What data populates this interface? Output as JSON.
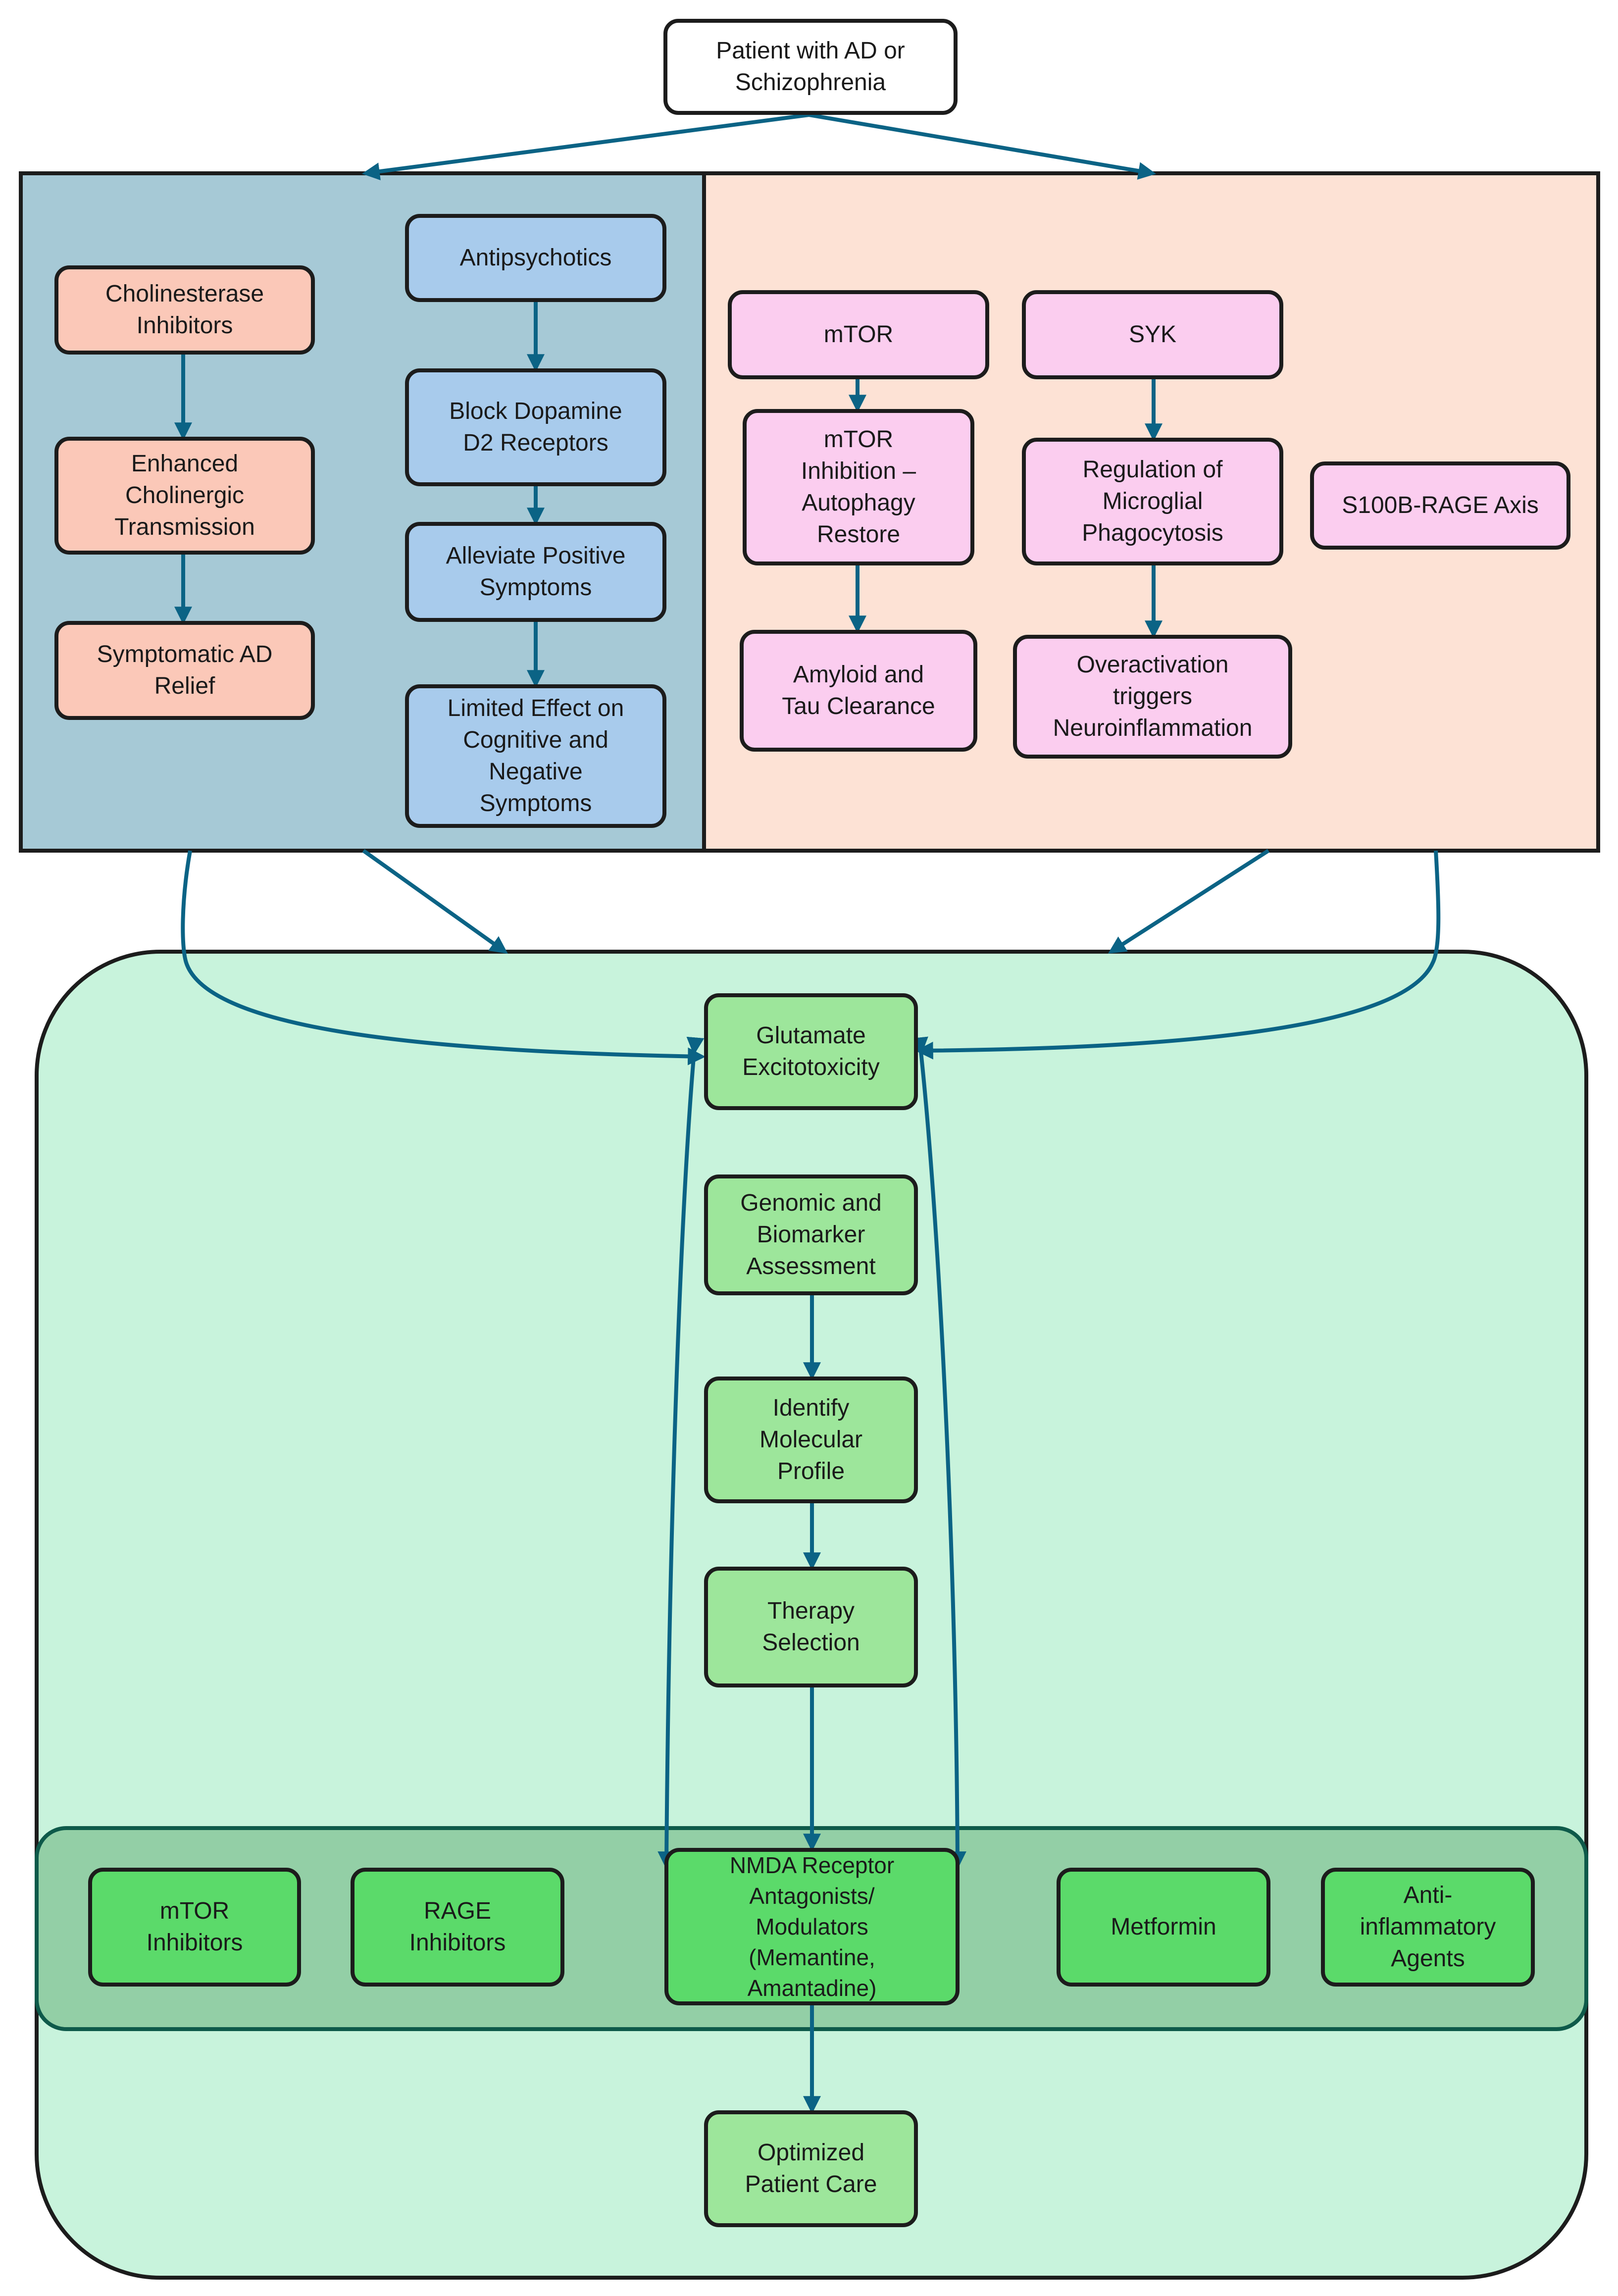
{
  "top": {
    "patient": "Patient with AD or\nSchizophrenia"
  },
  "left_panel": {
    "cholinergic": [
      "Cholinesterase\nInhibitors",
      "Enhanced\nCholinergic\nTransmission",
      "Symptomatic AD\nRelief"
    ],
    "antipsychotic": [
      "Antipsychotics",
      "Block Dopamine\nD2 Receptors",
      "Alleviate Positive\nSymptoms",
      "Limited Effect on\nCognitive and\nNegative\nSymptoms"
    ]
  },
  "right_panel": {
    "mtor": [
      "mTOR",
      "mTOR\nInhibition –\nAutophagy\nRestore",
      "Amyloid and\nTau Clearance"
    ],
    "syk": [
      "SYK",
      "Regulation of\nMicroglial\nPhagocytosis",
      "Overactivation\ntriggers\nNeuroinflammation"
    ],
    "s100b": "S100B-RAGE Axis"
  },
  "bottom": {
    "glutamate": "Glutamate\nExcitotoxicity",
    "flow": [
      "Genomic and\nBiomarker\nAssessment",
      "Identify\nMolecular\nProfile",
      "Therapy\nSelection"
    ],
    "therapies": [
      "mTOR\nInhibitors",
      "RAGE\nInhibitors",
      "NMDA Receptor\nAntagonists/\nModulators\n(Memantine,\nAmantadine)",
      "Metformin",
      "Anti-\ninflammatory\nAgents"
    ],
    "outcome": "Optimized\nPatient Care"
  },
  "colors": {
    "arrow": "#0b6385",
    "left_bg": "#a6c9d6",
    "right_bg": "#fde2d5",
    "green_bg": "#c8f3dc",
    "therapy_band": "#93cfa6"
  }
}
